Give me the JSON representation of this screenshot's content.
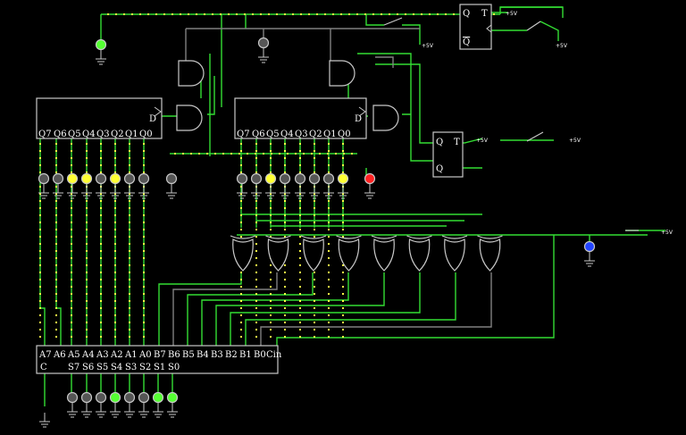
{
  "colors": {
    "background": "#000000",
    "wire_active": "#33dd33",
    "wire_inactive": "#808080",
    "current_dot": "#ffff44",
    "chip_border": "#c8c8c8",
    "led_off": "#555555",
    "led_yellow": "#ffff33",
    "led_green": "#55ff33",
    "led_red": "#ff2222",
    "led_blue": "#2244ff",
    "text": "#ffffff"
  },
  "register_left": {
    "clock_label": "D",
    "outputs": [
      "Q7",
      "Q6",
      "Q5",
      "Q4",
      "Q3",
      "Q2",
      "Q1",
      "Q0"
    ],
    "led_states": [
      "off",
      "off",
      "yellow",
      "yellow",
      "off",
      "yellow",
      "off",
      "off"
    ],
    "extra_led": "off"
  },
  "register_right": {
    "clock_label": "D",
    "outputs": [
      "Q7",
      "Q6",
      "Q5",
      "Q4",
      "Q3",
      "Q2",
      "Q1",
      "Q0"
    ],
    "led_states": [
      "off",
      "off",
      "yellow",
      "off",
      "off",
      "off",
      "off",
      "yellow"
    ],
    "extra_led": "red"
  },
  "flipflop_top": {
    "q": "Q",
    "t": "T",
    "qbar": "Q",
    "supply_t": "+5V",
    "supply_switch": "+5V"
  },
  "flipflop_mid": {
    "q": "Q",
    "t": "T",
    "qbar": "Q",
    "supply_t": "+5V",
    "supply_switch": "+5V"
  },
  "supply_top_left": "+5V",
  "supply_xor_bus": "+5V",
  "xor_count": 8,
  "xor_control_led": "blue",
  "run_led": "green",
  "adder": {
    "inputs": [
      "A7",
      "A6",
      "A5",
      "A4",
      "A3",
      "A2",
      "A1",
      "A0",
      "B7",
      "B6",
      "B5",
      "B4",
      "B3",
      "B2",
      "B1",
      "B0",
      "Cin"
    ],
    "outputs": [
      "C",
      "S7",
      "S6",
      "S5",
      "S4",
      "S3",
      "S2",
      "S1",
      "S0"
    ],
    "output_leds": [
      "off",
      "off",
      "off",
      "green",
      "off",
      "off",
      "green",
      "green"
    ]
  }
}
